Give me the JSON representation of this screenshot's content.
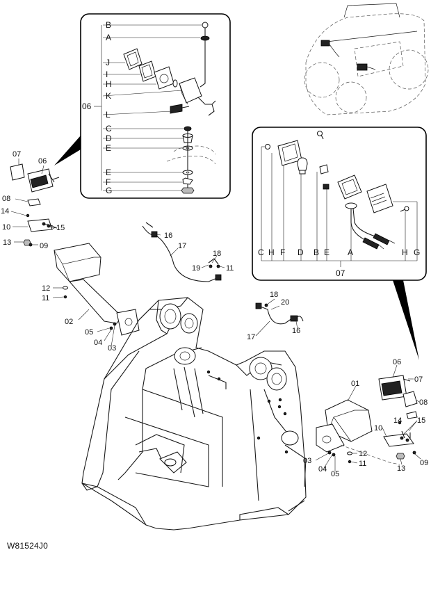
{
  "drawing_code": "W81524J0",
  "group_06": {
    "group_label": "06",
    "letters": [
      "B",
      "A",
      "J",
      "I",
      "H",
      "K",
      "L",
      "C",
      "D",
      "E",
      "E",
      "F",
      "G"
    ]
  },
  "group_07": {
    "group_label": "07",
    "letters": [
      "C",
      "H",
      "F",
      "D",
      "B",
      "E",
      "A",
      "H",
      "G"
    ]
  },
  "callouts": {
    "c07_left": "07",
    "c06_left": "06",
    "c08_left": "08",
    "c14_left": "14",
    "c10_left": "10",
    "c15_left": "15",
    "c13_left": "13",
    "c09_left": "09",
    "c16_left": "16",
    "c17_left": "17",
    "c18_left": "18",
    "c19_left": "19",
    "c11_left": "11",
    "c12_left": "12",
    "c11b_left": "11",
    "c02": "02",
    "c05_left": "05",
    "c04_left": "04",
    "c03_left": "03",
    "c18_right": "18",
    "c20_right": "20",
    "c17_right": "17",
    "c16_right": "16",
    "c01": "01",
    "c06_right": "06",
    "c07_right": "07",
    "c08_right": "08",
    "c10_right": "10",
    "c14_right": "14",
    "c15_right": "15",
    "c03_right": "03",
    "c04_right": "04",
    "c05_right": "05",
    "c12_right": "12",
    "c11_right": "11",
    "c13_right": "13",
    "c09_right": "09"
  },
  "icons": [
    "work-light-assembly",
    "tractor-thumbnail",
    "loader-frame",
    "light-bracket",
    "wiring-harness"
  ]
}
